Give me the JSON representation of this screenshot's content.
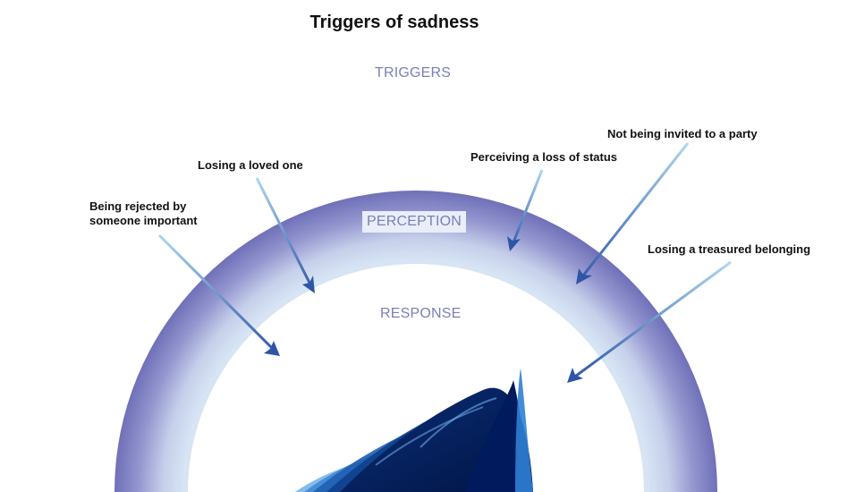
{
  "title": "Triggers of sadness",
  "stages": {
    "triggers": "TRIGGERS",
    "perception": "PERCEPTION",
    "response": "RESPONSE"
  },
  "triggers": [
    "Being rejected by\nsomeone important",
    "Losing a loved one",
    "Perceiving a loss of status",
    "Not being invited to a party",
    "Losing a treasured belonging"
  ],
  "colors": {
    "ring_outer": "#6f70b8",
    "ring_inner": "#d7e4f4",
    "label_text": "#7a7fb8",
    "arrow_light": "#a9d3ec",
    "arrow_dark": "#2e55a6",
    "response_dark": "#001a5e",
    "response_light": "#3a86d6"
  }
}
